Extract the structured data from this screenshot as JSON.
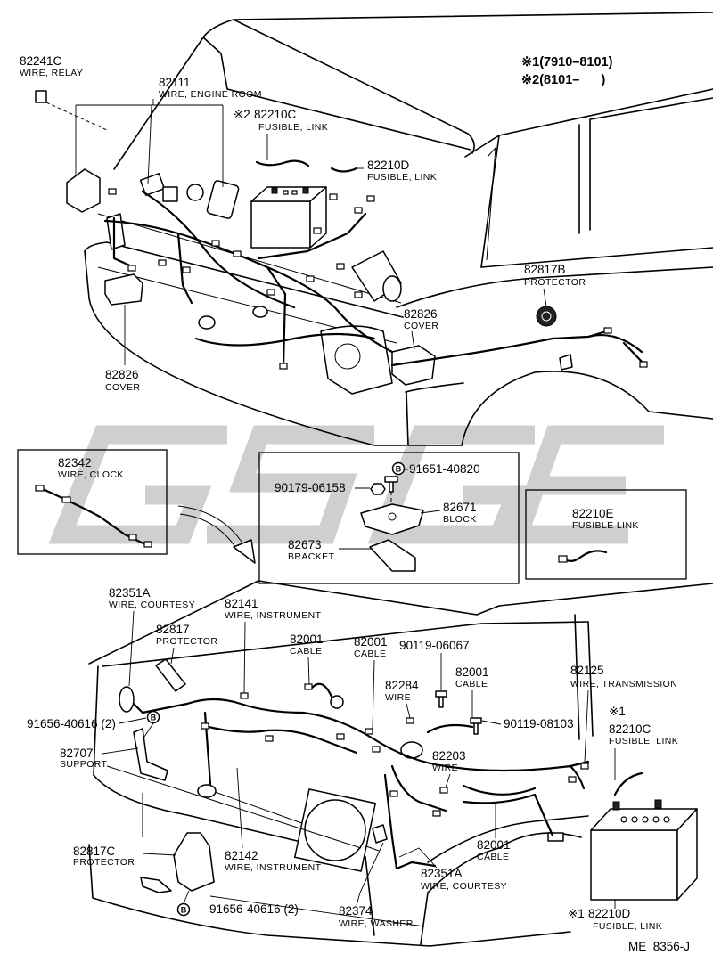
{
  "legend": {
    "line1": "※1(7910–8101)",
    "line2": "※2(8101–      )"
  },
  "upper": {
    "relay": {
      "number": "82241C",
      "name": "WIRE, RELAY"
    },
    "engine_room": {
      "number": "82111",
      "name": "WIRE, ENGINE ROOM"
    },
    "fusible_c": {
      "mark": "※2",
      "number": "82210C",
      "name": "FUSIBLE, LINK"
    },
    "fusible_d": {
      "number": "82210D",
      "name": "FUSIBLE, LINK"
    },
    "protector_b": {
      "number": "82817B",
      "name": "PROTECTOR"
    },
    "cover_right": {
      "number": "82826",
      "name": "COVER"
    },
    "cover_left": {
      "number": "82826",
      "name": "COVER"
    }
  },
  "inset_clock": {
    "number": "82342",
    "name": "WIRE, CLOCK"
  },
  "inset_block": {
    "bolt_mark": "B",
    "bolt_number": "91651-40820",
    "nut_number": "90179-06158",
    "block": {
      "number": "82671",
      "name": "BLOCK"
    },
    "bracket": {
      "number": "82673",
      "name": "BRACKET"
    }
  },
  "inset_fusible": {
    "number": "82210E",
    "name": "FUSIBLE LINK"
  },
  "lower": {
    "courtesy_top": {
      "number": "82351A",
      "name": "WIRE, COURTESY"
    },
    "instrument_top": {
      "number": "82141",
      "name": "WIRE, INSTRUMENT"
    },
    "protector": {
      "number": "82817",
      "name": "PROTECTOR"
    },
    "cable_1": {
      "number": "82001",
      "name": "CABLE"
    },
    "cable_2": {
      "number": "82001",
      "name": "CABLE"
    },
    "bolt_06067": "90119-06067",
    "cable_3": {
      "number": "82001",
      "name": "CABLE"
    },
    "transmission": {
      "number": "82125",
      "name": "WIRE, TRANSMISSION"
    },
    "wire_82284": {
      "number": "82284",
      "name": "WIRE"
    },
    "fusible_c": {
      "mark": "※1",
      "number": "82210C",
      "name": "FUSIBLE  LINK"
    },
    "screw_left": {
      "mark": "B",
      "number": "91656-40616 (2)"
    },
    "support": {
      "number": "82707",
      "name": "SUPPORT"
    },
    "bolt_08103": "90119-08103",
    "wire_82203": {
      "number": "82203",
      "name": "WIRE"
    },
    "cable_4": {
      "number": "82001",
      "name": "CABLE"
    },
    "instrument_bottom": {
      "number": "82142",
      "name": "WIRE, INSTRUMENT"
    },
    "protector_c": {
      "number": "82817C",
      "name": "PROTECTOR"
    },
    "courtesy_bottom": {
      "number": "82351A",
      "name": "WIRE, COURTESY"
    },
    "screw_bottom": {
      "mark": "B",
      "number": "91656-40616 (2)"
    },
    "washer": {
      "number": "82374",
      "name": "WIRE, WASHER"
    },
    "fusible_d": {
      "mark": "※1",
      "number": "82210D",
      "name": "FUSIBLE, LINK"
    }
  },
  "drawing_code": "ME  8356-J",
  "colors": {
    "ink": "#000000",
    "paper": "#ffffff",
    "watermark": "#cfcfcf"
  }
}
